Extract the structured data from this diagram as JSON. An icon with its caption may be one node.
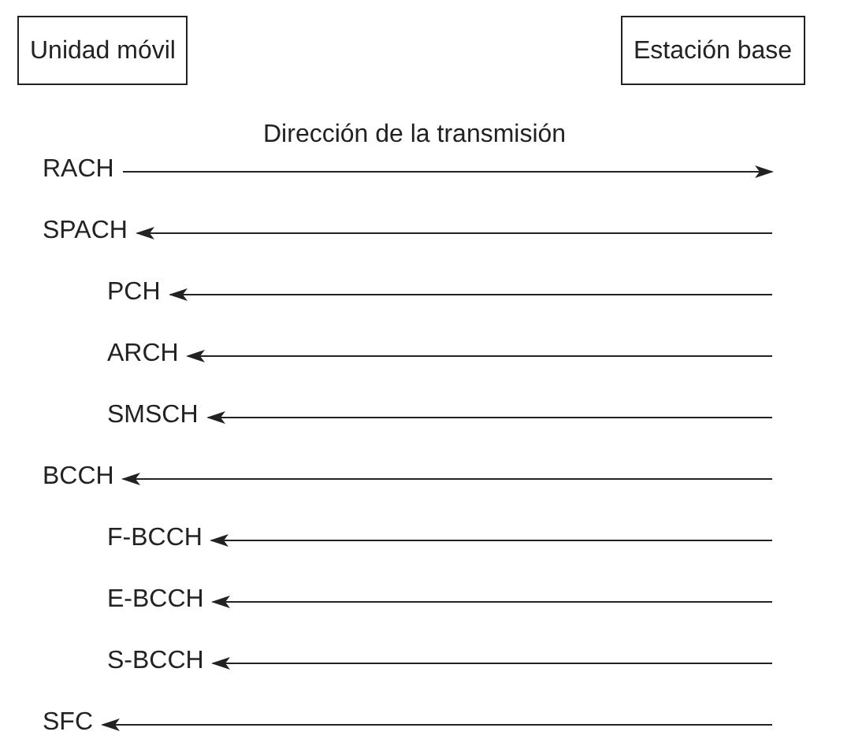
{
  "diagram": {
    "nodes": [
      {
        "text": [
          "Unidad móvil"
        ]
      },
      {
        "text": [
          "Estación base"
        ]
      },
      {
        "text": [
          "RACH"
        ]
      },
      {
        "text": [
          "SPACH"
        ]
      },
      {
        "text": [
          "PCH"
        ]
      },
      {
        "text": [
          "ARCH"
        ]
      },
      {
        "text": [
          "SMSCH"
        ]
      },
      {
        "text": [
          "BCCH"
        ]
      },
      {
        "text": [
          "F-BCCH"
        ]
      },
      {
        "text": [
          "E-BCCH"
        ]
      },
      {
        "text": [
          "S-BCCH"
        ]
      },
      {
        "text": [
          "SFC"
        ]
      }
    ],
    "edges": [
      {
        "from": 2,
        "to": null,
        "arrow": "to"
      },
      {
        "from": null,
        "to": 3,
        "arrow": "to"
      },
      {
        "from": null,
        "to": 4,
        "arrow": "to"
      },
      {
        "from": null,
        "to": 5,
        "arrow": "to"
      },
      {
        "from": null,
        "to": 6,
        "arrow": "to"
      },
      {
        "from": null,
        "to": 7,
        "arrow": "to"
      },
      {
        "from": null,
        "to": 8,
        "arrow": "to"
      },
      {
        "from": null,
        "to": 9,
        "arrow": "to"
      },
      {
        "from": null,
        "to": 10,
        "arrow": "to"
      },
      {
        "from": null,
        "to": 11,
        "arrow": "to"
      }
    ],
    "labels": [
      "Dirección de la transmisión"
    ]
  }
}
